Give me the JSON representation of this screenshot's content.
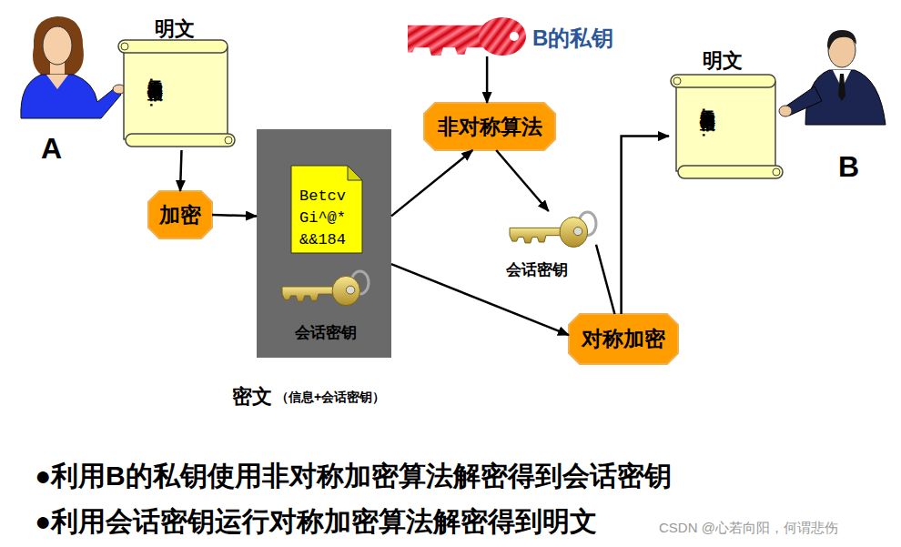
{
  "diagram": {
    "nodes": [
      {
        "text": [
          "明文",
          "奉天承运 皇帝诏曰 ……"
        ]
      },
      {
        "text": [
          "加密"
        ]
      },
      {
        "text": [
          "密文",
          "（信息+会话密钥）"
        ]
      },
      {
        "text": [
          "Betcv Gi^@* &&184"
        ],
        "in": 2
      },
      {
        "text": [
          "会话密钥"
        ],
        "in": 2
      },
      {
        "text": [
          "B的私钥"
        ]
      },
      {
        "text": [
          "非对称算法"
        ]
      },
      {
        "text": [
          "会话密钥"
        ]
      },
      {
        "text": [
          "对称加密"
        ]
      },
      {
        "text": [
          "明文",
          "奉天承运 皇帝诏曰 ……"
        ]
      }
    ],
    "edges": [
      {
        "from": 0,
        "to": 1,
        "arrow": "to"
      },
      {
        "from": 1,
        "to": 2,
        "arrow": "to"
      },
      {
        "from": 5,
        "to": 6,
        "arrow": "to"
      },
      {
        "from": 2,
        "to": 6,
        "arrow": "to"
      },
      {
        "from": 6,
        "to": 7,
        "arrow": "to"
      },
      {
        "from": 2,
        "to": 8,
        "arrow": "to"
      },
      {
        "from": 7,
        "to": 8,
        "arrow": "none"
      },
      {
        "from": 8,
        "to": 9,
        "arrow": "to"
      }
    ],
    "labels": [
      "A",
      "B",
      "●利用B的私钥使用非对称加密算法解密得到会话密钥",
      "●利用会话密钥运行对称加密算法解密得到明文",
      "CSDN @心若向阳，何谓悲伤"
    ]
  }
}
